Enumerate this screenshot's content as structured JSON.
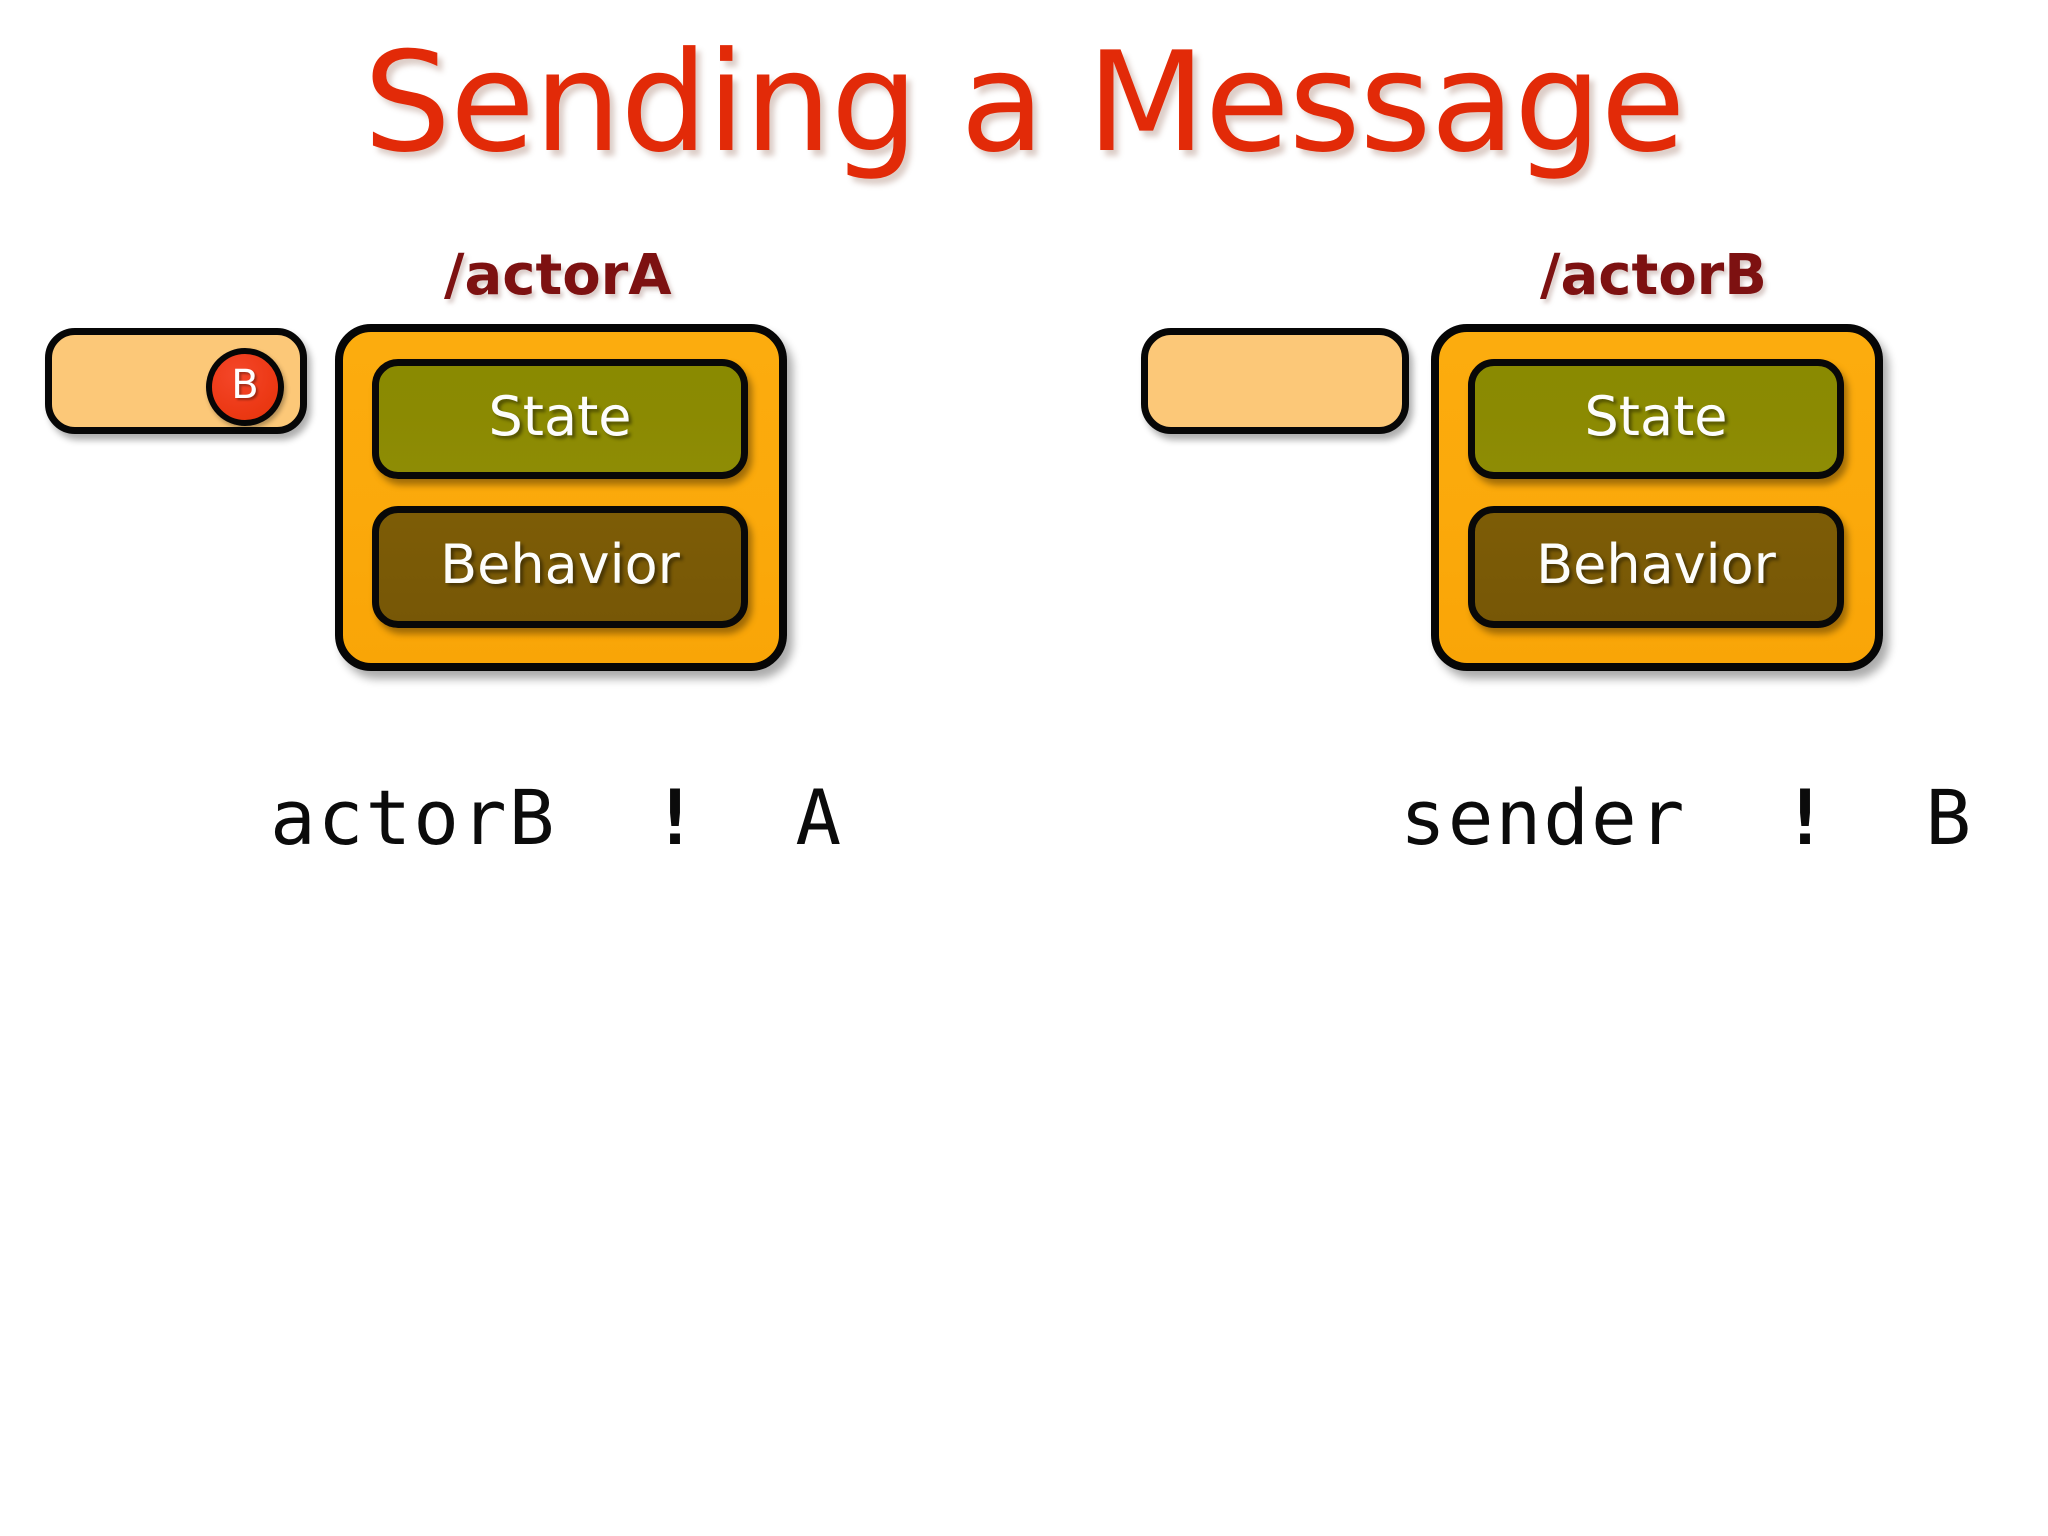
{
  "slide": {
    "title": "Sending a Message",
    "title_color": "#e22a08",
    "background_color": "#ffffff"
  },
  "theme": {
    "actor_box_fill": "#fba90b",
    "state_fill": "#8a8a01",
    "behavior_fill": "#7a5a06",
    "mailbox_fill": "#fcc878",
    "message_fill": "#ed3a17",
    "path_label_color": "#7d1111",
    "outline_color": "#060606",
    "compartment_text_color": "#ffffff",
    "code_text_color": "#0b0b0b"
  },
  "actors": [
    {
      "id": "actor-a",
      "path_label": "/actorA",
      "mailbox": {
        "has_message": true,
        "message_label": "B"
      },
      "compartments": {
        "state_label": "State",
        "behavior_label": "Behavior"
      },
      "code": {
        "target": "actorB",
        "operator": "!",
        "message": "A",
        "full": "actorB ! A"
      }
    },
    {
      "id": "actor-b",
      "path_label": "/actorB",
      "mailbox": {
        "has_message": false,
        "message_label": ""
      },
      "compartments": {
        "state_label": "State",
        "behavior_label": "Behavior"
      },
      "code": {
        "target": "sender",
        "operator": "!",
        "message": "B",
        "full": "sender ! B"
      }
    }
  ]
}
